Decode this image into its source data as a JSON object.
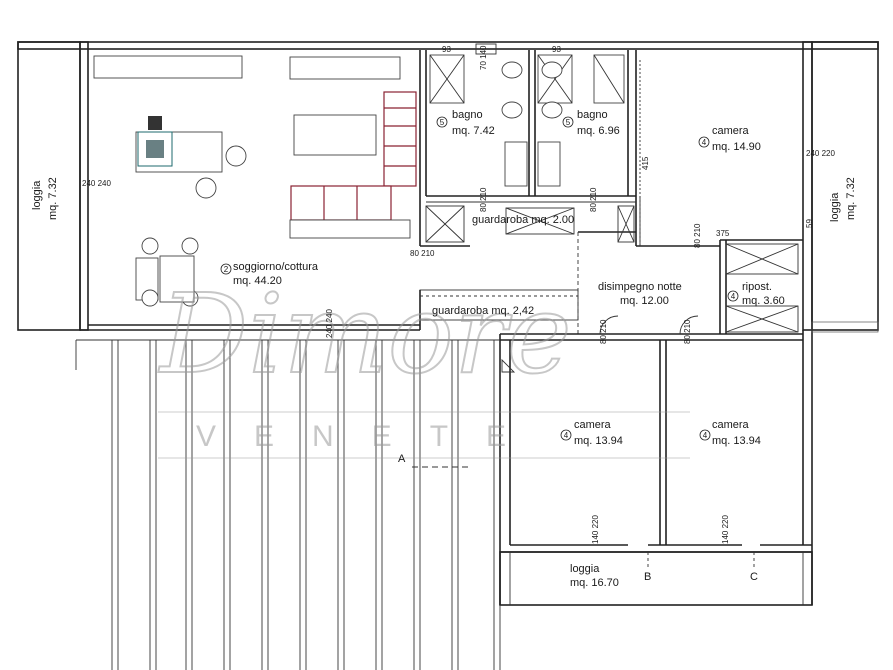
{
  "rooms": [
    {
      "id": "soggiorno",
      "badge": "2",
      "name": "soggiorno/cottura",
      "area": "mq. 44.20"
    },
    {
      "id": "bagno1",
      "badge": "5",
      "name": "bagno",
      "area": "mq. 7.42"
    },
    {
      "id": "bagno2",
      "badge": "5",
      "name": "bagno",
      "area": "mq. 6.96"
    },
    {
      "id": "camera1",
      "badge": "4",
      "name": "camera",
      "area": "mq. 14.90"
    },
    {
      "id": "disimpegno",
      "badge": "",
      "name": "disimpegno notte",
      "area": "mq. 12.00"
    },
    {
      "id": "ripost",
      "badge": "4",
      "name": "ripost.",
      "area": "mq. 3.60"
    },
    {
      "id": "camera2",
      "badge": "4",
      "name": "camera",
      "area": "mq. 13.94"
    },
    {
      "id": "camera3",
      "badge": "4",
      "name": "camera",
      "area": "mq. 13.94"
    }
  ],
  "loggias": [
    {
      "id": "loggia_left",
      "name": "loggia",
      "area": "mq. 7.32"
    },
    {
      "id": "loggia_right",
      "name": "loggia",
      "area": "mq. 7.32"
    },
    {
      "id": "loggia_bottom",
      "name": "loggia",
      "area": "mq. 16.70"
    }
  ],
  "wardrobes": [
    {
      "id": "guardaroba1",
      "text": "guardaroba mq. 2.00"
    },
    {
      "id": "guardaroba2",
      "text": "guardaroba mq. 2,42"
    }
  ],
  "dimensions": {
    "d93a": "93",
    "d93b": "93",
    "d70140": "70 140",
    "d240_240_left": "240 240",
    "d240_220_right": "240 220",
    "d80_210_gw": "80 210",
    "d80_210_sog": "80 210",
    "d80_210_gw2": "80 210",
    "d80_210_cam": "80 210",
    "d375": "375",
    "d59": "59",
    "d240_240_mid": "240 240",
    "d80_210_bot1": "80 210",
    "d80_210_bot2": "80 210",
    "d140_220_a": "140 220",
    "d140_220_b": "140 220",
    "d415": "415"
  },
  "section_marks": {
    "a": "A",
    "b": "B",
    "c": "C"
  },
  "watermark": {
    "main": "Dimore",
    "sub": "VENETE"
  }
}
